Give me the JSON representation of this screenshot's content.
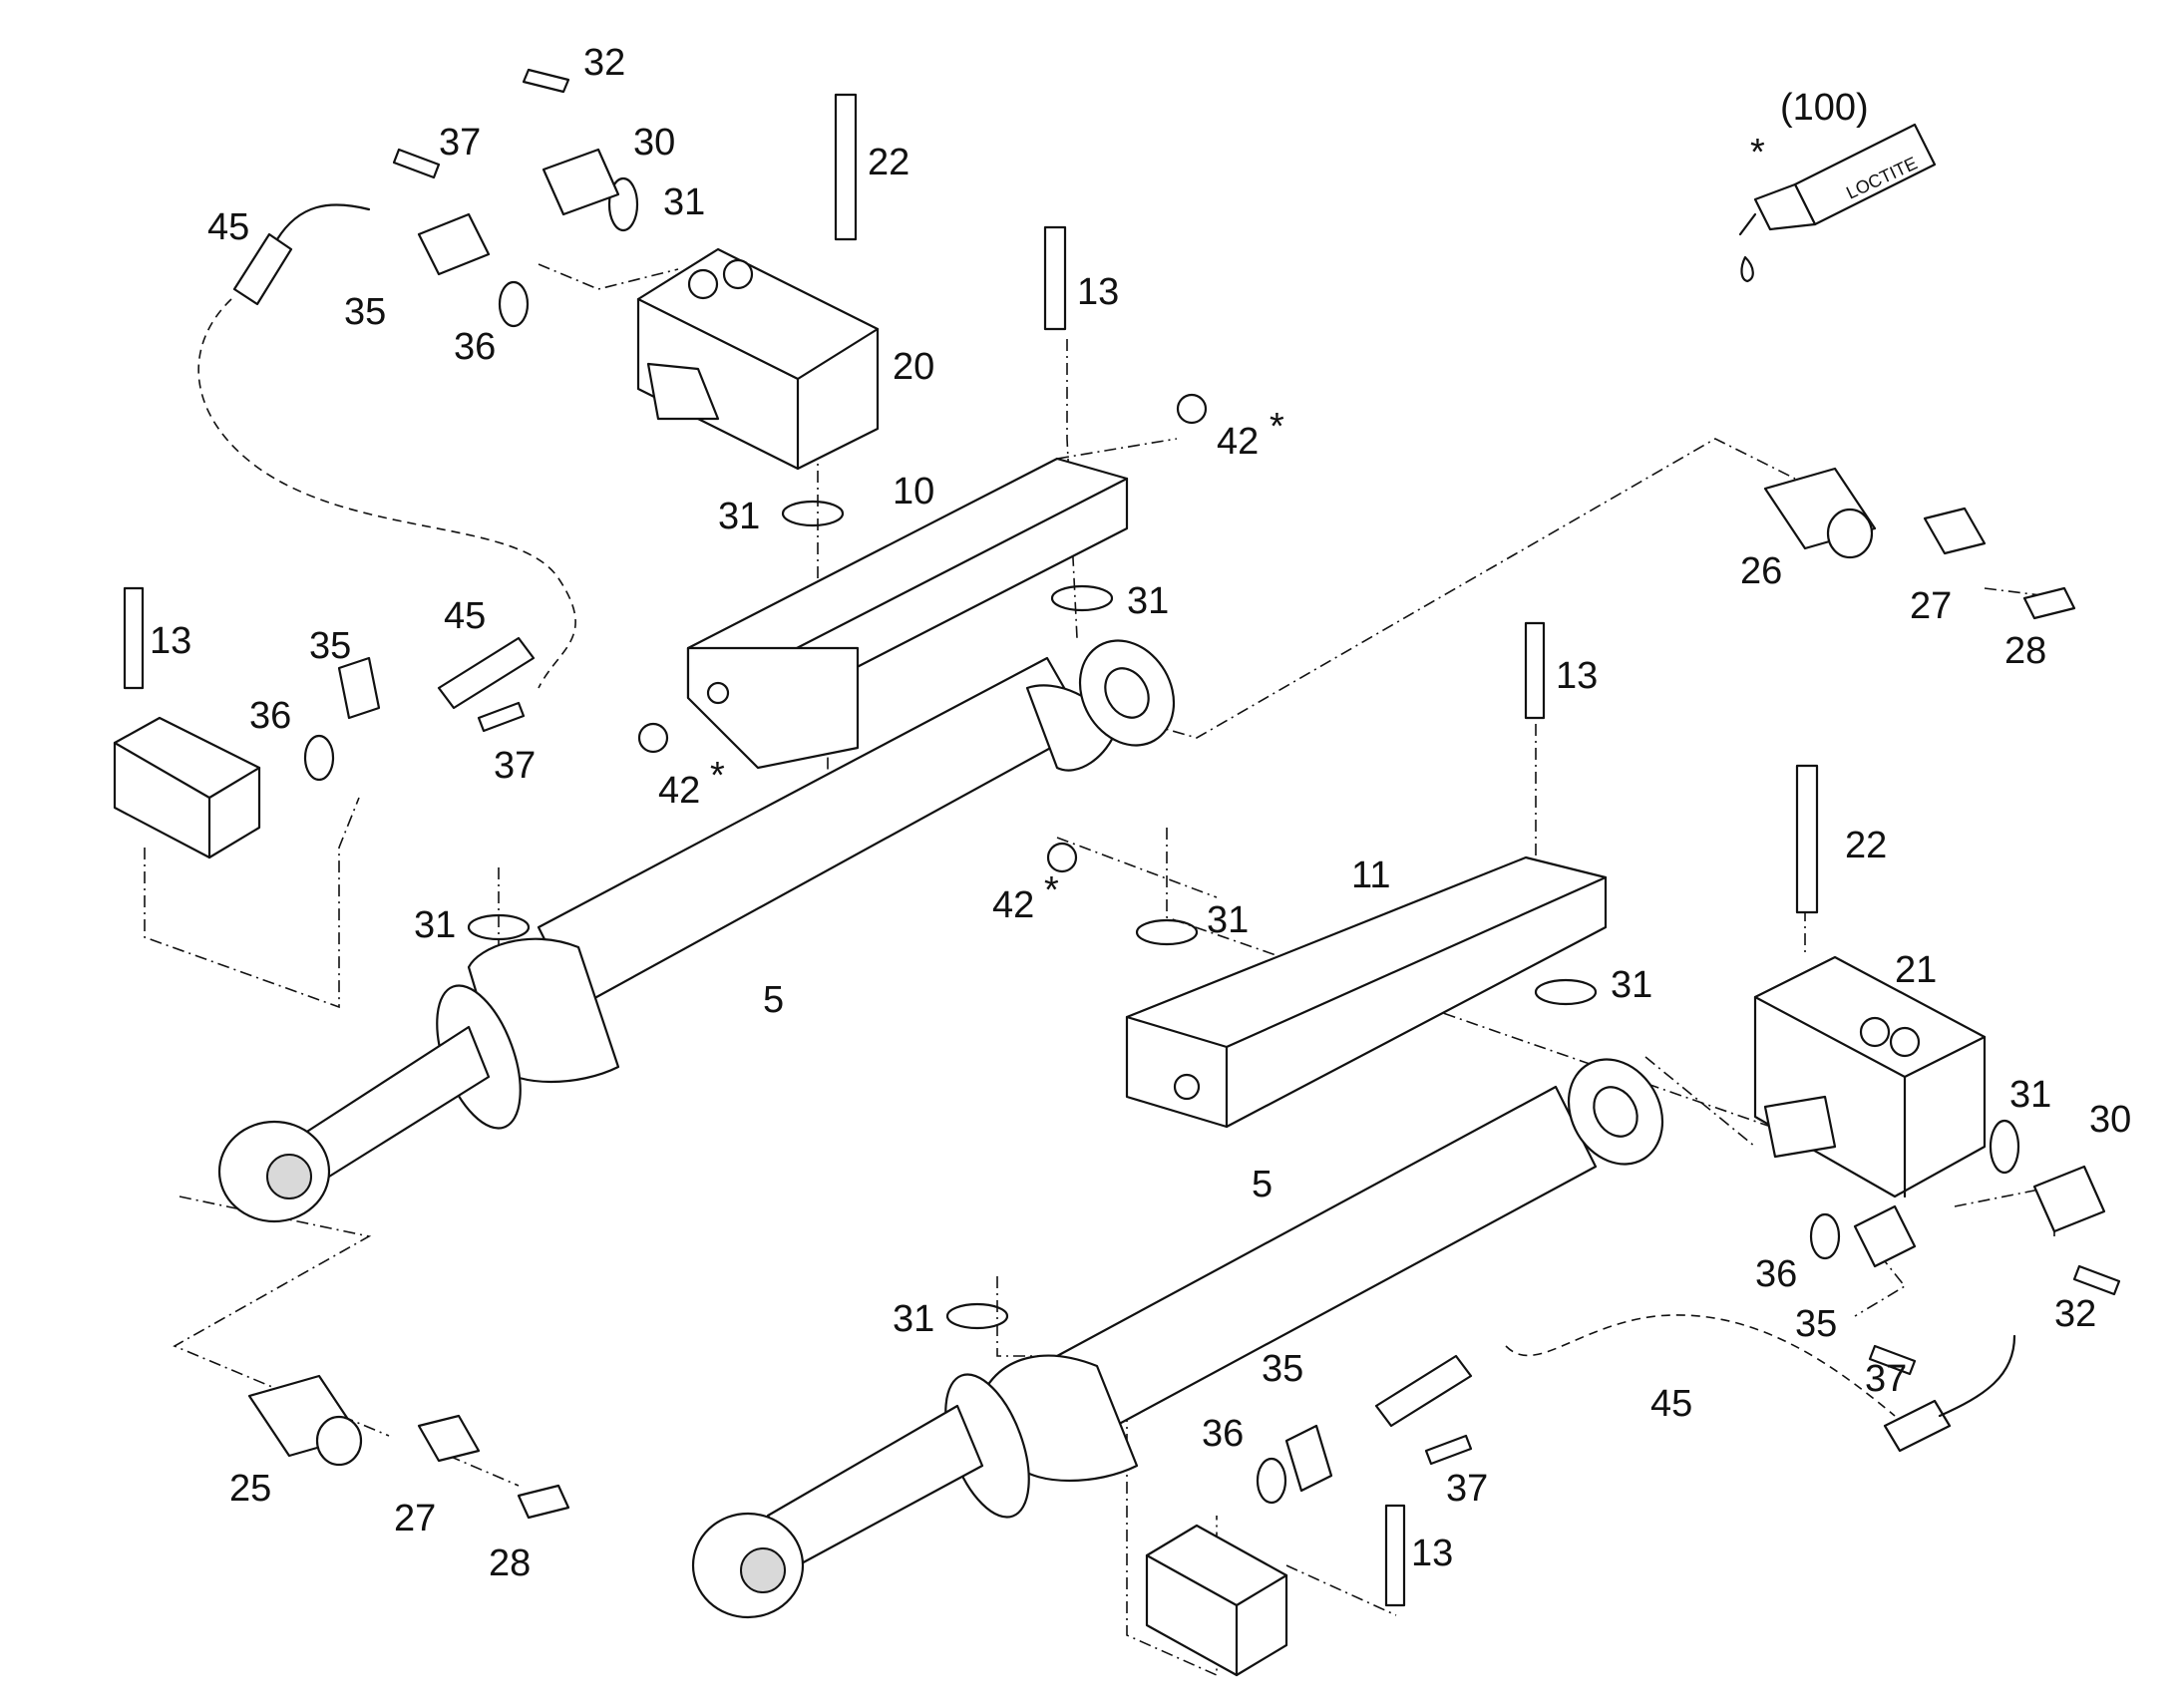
{
  "loctite": {
    "ref": "(100)",
    "star": "*",
    "brand": "LOCTITE"
  },
  "labels": {
    "l_32a": "32",
    "l_37a": "37",
    "l_30a": "30",
    "l_31a": "31",
    "l_22a": "22",
    "l_45a": "45",
    "l_35a": "35",
    "l_36a": "36",
    "l_20": "20",
    "l_13a": "13",
    "l_42a": "42",
    "l_42a_star": "*",
    "l_31b": "31",
    "l_10": "10",
    "l_31c": "31",
    "l_26": "26",
    "l_27a": "27",
    "l_28a": "28",
    "l_13b": "13",
    "l_35b": "35",
    "l_45b": "45",
    "l_36b": "36",
    "l_37b": "37",
    "l_13c": "13",
    "l_42b": "42",
    "l_42b_star": "*",
    "l_42c": "42",
    "l_42c_star": "*",
    "l_22b": "22",
    "l_11": "11",
    "l_31d": "31",
    "l_21": "21",
    "l_31e": "31",
    "l_31f": "31",
    "l_5a": "5",
    "l_31g": "31",
    "l_30b": "30",
    "l_5b": "5",
    "l_36c": "36",
    "l_32b": "32",
    "l_35c": "35",
    "l_31h": "31",
    "l_37c": "37",
    "l_45c": "45",
    "l_35d": "35",
    "l_36d": "36",
    "l_37d": "37",
    "l_13d": "13",
    "l_25": "25",
    "l_27b": "27",
    "l_28b": "28"
  }
}
